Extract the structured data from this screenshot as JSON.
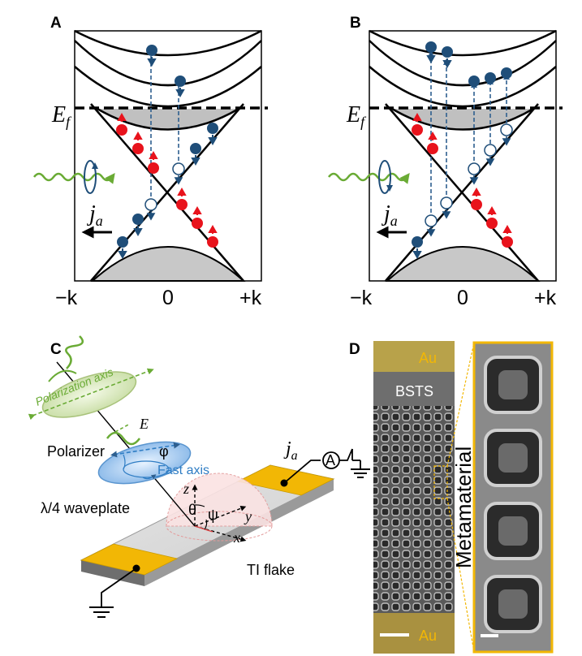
{
  "panel_labels": {
    "a": "A",
    "b": "B",
    "c": "C",
    "d": "D"
  },
  "band_diagram": {
    "fermi_label": "E",
    "fermi_sub": "f",
    "current_label": "j",
    "current_sub": "a",
    "x_ticks": [
      "−k",
      "0",
      "+k"
    ]
  },
  "setup": {
    "polarization_axis": "Polarization axis",
    "e_field": "E",
    "polarizer": "Polarizer",
    "phi": "φ",
    "fast_axis": "Fast axis",
    "waveplate": "λ/4 waveplate",
    "current_label": "j",
    "current_sub": "a",
    "ammeter": "A",
    "z": "z",
    "y": "y",
    "x": "x",
    "theta": "θ",
    "psi": "ψ",
    "flake": "TI flake"
  },
  "micrograph": {
    "au_top": "Au",
    "bsts": "BSTS",
    "au_bottom": "Au",
    "metamaterial": "Metamaterial"
  },
  "colors": {
    "spin_up": "#e8131c",
    "spin_down": "#1f4e79",
    "light": "#6aab35",
    "waveplate_blue": "#2f7dc4",
    "gold": "#f2b705"
  }
}
